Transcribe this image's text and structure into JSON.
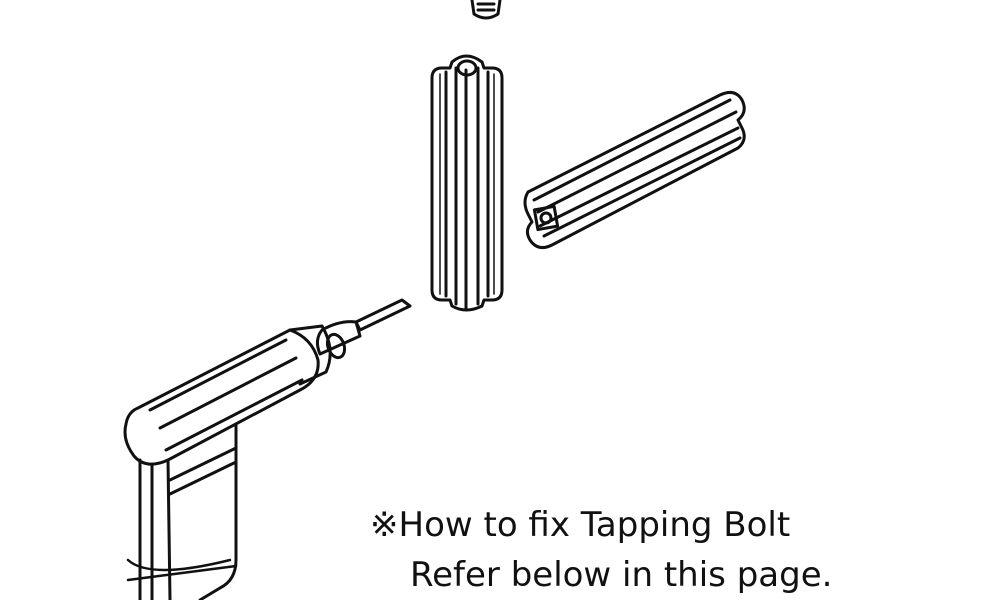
{
  "diagram": {
    "parts": [
      "tapping-bolt",
      "vertical-aluminum-extrusion",
      "horizontal-aluminum-extrusion",
      "electric-screwdriver"
    ],
    "note": {
      "mark": "※",
      "line1": "How to fix Tapping Bolt",
      "line2": "Refer below in this page."
    },
    "colors": {
      "ink": "#111111",
      "background": "#ffffff"
    }
  }
}
